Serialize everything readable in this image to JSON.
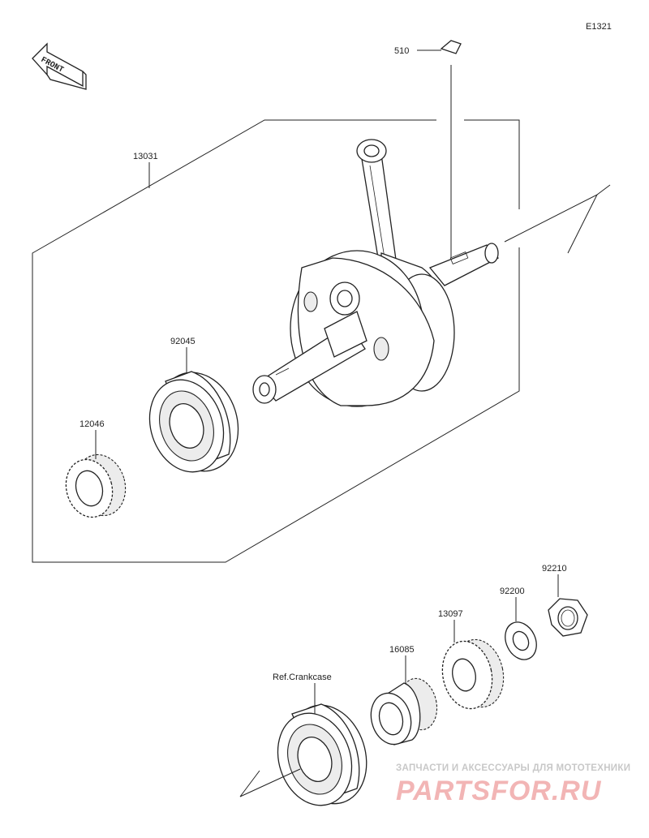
{
  "diagram_code": "E1321",
  "front_label": "FRONT",
  "labels": {
    "p510": "510",
    "p13031": "13031",
    "p92045": "92045",
    "p12046": "12046",
    "p92210": "92210",
    "p92200": "92200",
    "p13097": "13097",
    "p16085": "16085",
    "ref_crankcase": "Ref.Crankcase"
  },
  "watermark": {
    "line1": "ЗАПЧАСТИ И АКСЕССУАРЫ ДЛЯ МОТОТЕХНИКИ",
    "line2": "PARTSFOR.RU"
  }
}
